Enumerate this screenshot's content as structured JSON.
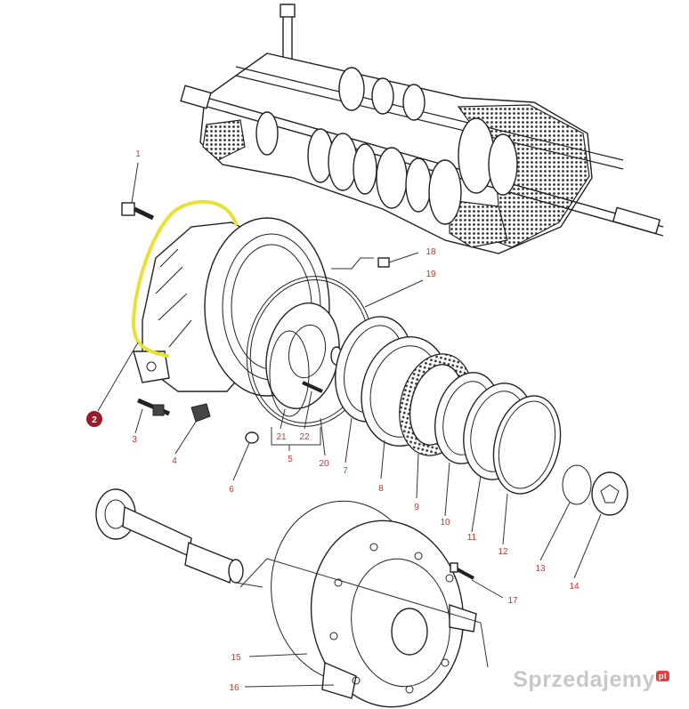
{
  "labels": {
    "l1": "1",
    "l2": "2",
    "l3": "3",
    "l4": "4",
    "l5": "5",
    "l6": "6",
    "l7": "7",
    "l8": "8",
    "l9": "9",
    "l10": "10",
    "l11": "11",
    "l12": "12",
    "l13": "13",
    "l14": "14",
    "l15": "15",
    "l16": "16",
    "l17": "17",
    "l18": "18",
    "l19": "19",
    "l20": "20",
    "l21": "21",
    "l22": "22"
  },
  "watermark": {
    "text": "Sprzedajemy",
    "suffix": "pl"
  },
  "colors": {
    "highlight": "#e8e035",
    "label": "#c0392b",
    "badge": "#9b1b2c"
  }
}
